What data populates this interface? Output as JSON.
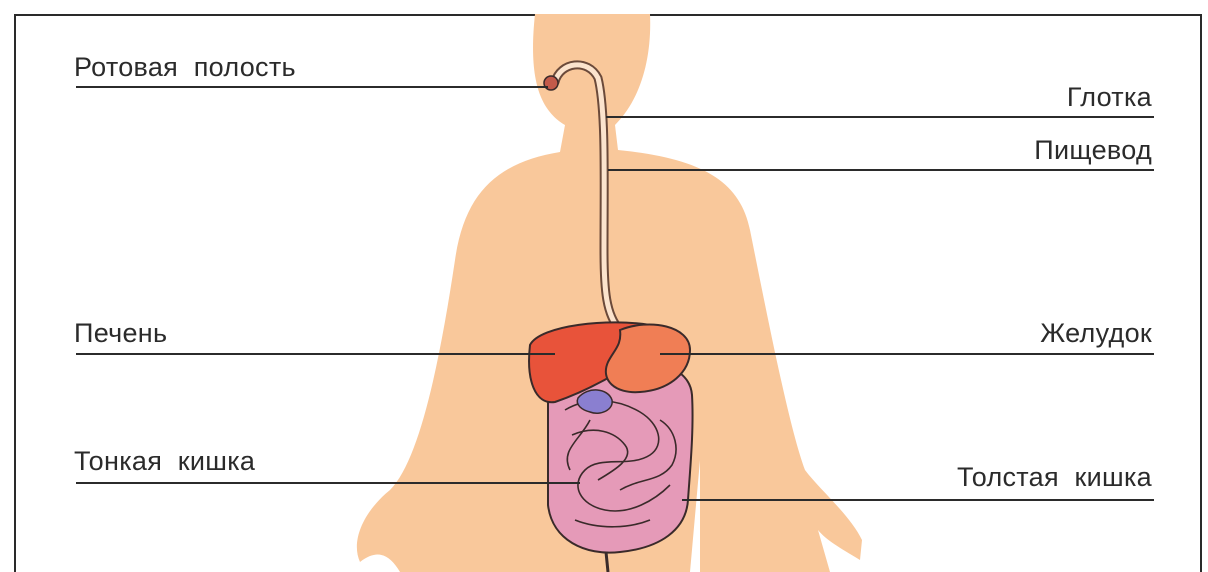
{
  "labels": {
    "mouth": "Ротовая  полость",
    "pharynx": "Глотка",
    "esophagus": "Пищевод",
    "liver": "Печень",
    "stomach": "Желудок",
    "small_intestine": "Тонкая  кишка",
    "large_intestine": "Толстая  кишка"
  },
  "colors": {
    "body": "#f9c89b",
    "liver": "#e8533a",
    "stomach": "#f07e55",
    "intestine": "#e59ab8",
    "outline": "#3a2a2a",
    "leader": "#2b2b2b"
  }
}
